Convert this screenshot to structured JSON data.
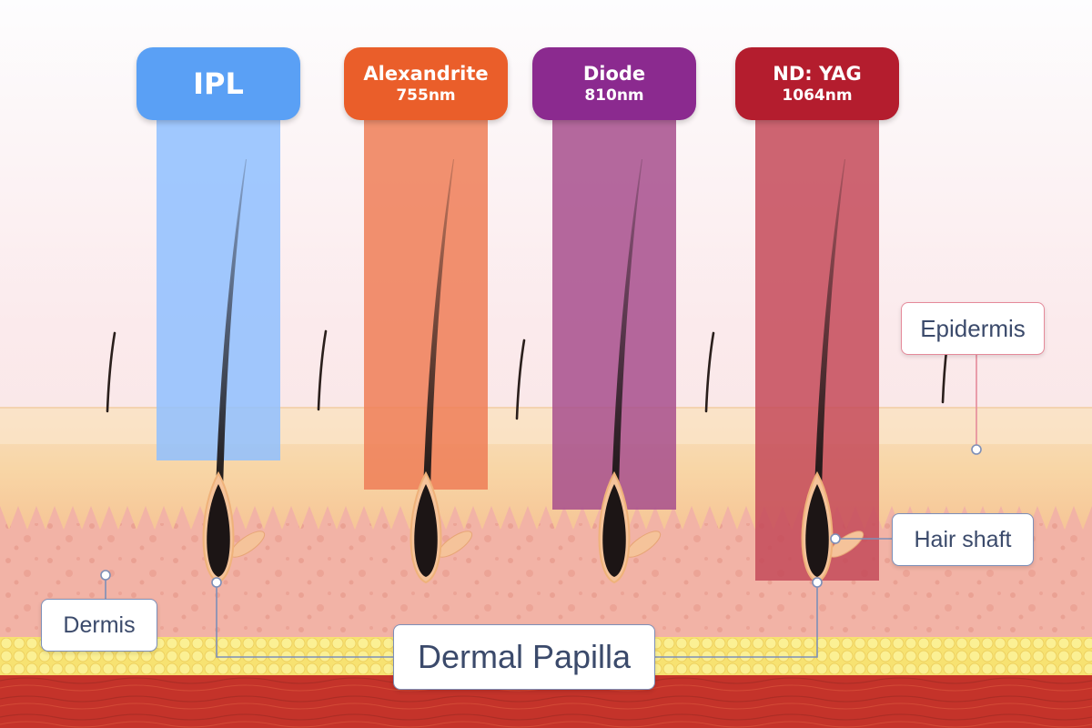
{
  "lasers": [
    {
      "name": "IPL",
      "wavelength": "",
      "color": "#5aa0f5",
      "beam_color": "#8fc0ff"
    },
    {
      "name": "Alexandrite",
      "wavelength": "755nm",
      "color": "#ea5e2a",
      "beam_color": "#ee7e57"
    },
    {
      "name": "Diode",
      "wavelength": "810nm",
      "color": "#8b2a8f",
      "beam_color": "#a74f8d"
    },
    {
      "name": "ND: YAG",
      "wavelength": "1064nm",
      "color": "#b41d2e",
      "beam_color": "#c44a59"
    }
  ],
  "labels": {
    "epidermis": "Epidermis",
    "hair_shaft": "Hair shaft",
    "dermis": "Dermis",
    "dermal_papilla": "Dermal Papilla"
  },
  "colors": {
    "epidermis_line": "#e58a9a",
    "label_line": "#7d8fb8",
    "fat_layer": "#f7e271",
    "muscle": "#c4332a",
    "dermis": "#f2b3a6"
  }
}
